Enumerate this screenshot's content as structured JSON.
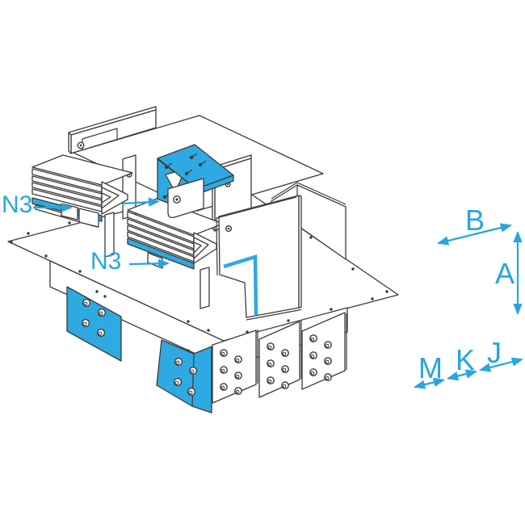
{
  "figure": {
    "subject": "busbar-trunking-unit-isometric-drawing",
    "callouts": [
      {
        "id": "n3-upper",
        "text": "N3"
      },
      {
        "id": "n3-lower",
        "text": "N3"
      }
    ],
    "dimensions": {
      "b": "B",
      "a": "A",
      "m": "M",
      "k": "K",
      "j": "J"
    },
    "colors": {
      "highlight": "#2fa9e1",
      "annotation": "#29a5dd",
      "line": "#3a3a3a",
      "background": "#ffffff"
    }
  }
}
